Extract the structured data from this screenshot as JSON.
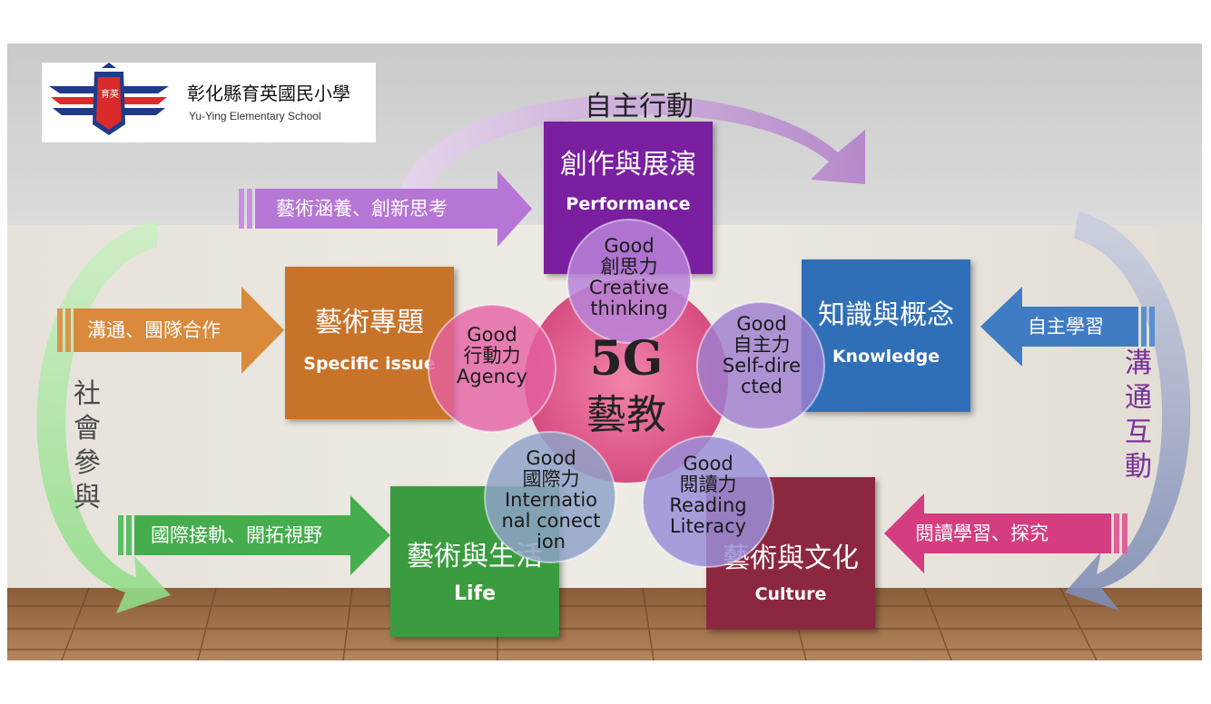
{
  "colors": {
    "wall_top": "#cfcfcf",
    "wall_bottom": "#e3dfd8",
    "floor": "#9a6c45",
    "purple": "#7a1fa0",
    "orange": "#c8732a",
    "blue": "#2f6fb8",
    "green": "#3a9c3e",
    "maroon": "#8c2740",
    "pink_arrow": "#d43d80",
    "lilac_arrow": "#c79ad8",
    "mint_arrow": "#a8e6a0",
    "slate_arrow": "#8795b8"
  },
  "logo": {
    "name_zh": "彰化縣育英國民小學",
    "name_en": "Yu-Ying Elementary School",
    "emblem_chars": "育英"
  },
  "curved_labels": {
    "top": "自主行動",
    "right": [
      "溝",
      "通",
      "互",
      "動"
    ],
    "left": [
      "社",
      "會",
      "參",
      "與"
    ]
  },
  "boxes": {
    "performance": {
      "zh": "創作與展演",
      "en": "Performance"
    },
    "specific": {
      "zh": "藝術專題",
      "en": "Specific issue"
    },
    "knowledge": {
      "zh": "知識與概念",
      "en": "Knowledge"
    },
    "life": {
      "zh": "藝術與生活",
      "en": "Life"
    },
    "culture": {
      "zh": "藝術與文化",
      "en": "Culture"
    }
  },
  "arrows": {
    "top": "藝術涵養、創新思考",
    "left": "溝通、團隊合作",
    "right": "自主學習",
    "bottom_left": "國際接軌、開拓視野",
    "bottom_right": "閱讀學習、探究"
  },
  "center": {
    "line1": "5G",
    "line2": "藝教"
  },
  "circles": {
    "creative": {
      "good": "Good",
      "zh": "創思力",
      "en": "Creative thinking"
    },
    "agency": {
      "good": "Good",
      "zh": "行動力",
      "en": "Agency"
    },
    "self": {
      "good": "Good",
      "zh": "自主力",
      "en": "Self-directed"
    },
    "international": {
      "good": "Good",
      "zh": "國際力",
      "en": "International conection"
    },
    "reading": {
      "good": "Good",
      "zh": "閱讀力",
      "en": "Reading Literacy"
    }
  }
}
